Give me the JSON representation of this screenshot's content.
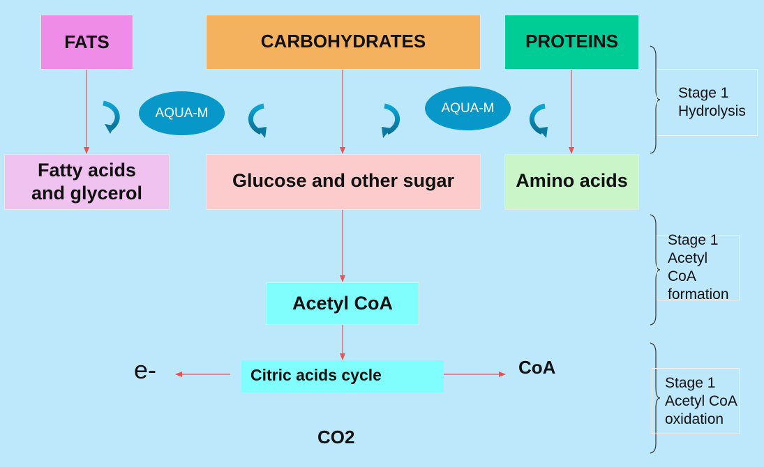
{
  "nodes": {
    "fats": "FATS",
    "carbohydrates": "CARBOHYDRATES",
    "proteins": "PROTEINS",
    "fatty_acids_line1": "Fatty acids",
    "fatty_acids_line2": "and glycerol",
    "glucose": "Glucose and other sugar",
    "amino_acids": "Amino acids",
    "acetyl_coa": "Acetyl CoA",
    "citric_cycle": "Citric acids cycle"
  },
  "enzymes": {
    "left": "AQUA-M",
    "right": "AQUA-M"
  },
  "products": {
    "electrons": "e-",
    "coa": "CoA",
    "co2": "CO2"
  },
  "stages": [
    {
      "line1": "Stage 1",
      "line2": "Hydrolysis",
      "line3": ""
    },
    {
      "line1": "Stage 1",
      "line2": "Acetyl CoA",
      "line3": "formation"
    },
    {
      "line1": "Stage 1",
      "line2": "Acetyl CoA",
      "line3": "oxidation"
    }
  ],
  "colors": {
    "background": "#bde7fa",
    "fats": "#ee8ce8",
    "carbohydrates": "#f4b25e",
    "proteins": "#00cd96",
    "fatty_acids": "#f0c2f0",
    "glucose": "#fccccc",
    "amino_acids": "#caf5c8",
    "acetyl_coa": "#80fdfd",
    "citric_cycle": "#80fdfd",
    "arrow": "#ee4f53",
    "enzyme": "#0797c8"
  }
}
